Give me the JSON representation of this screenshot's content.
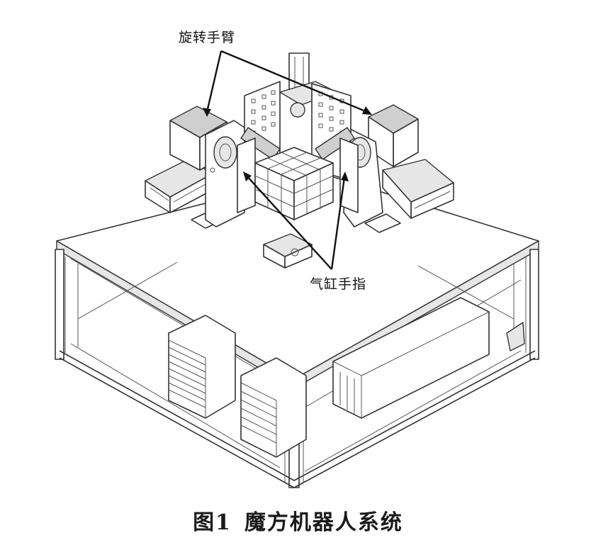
{
  "labels": {
    "rotating_arm": "旋转手臂",
    "cylinder_finger": "气缸手指"
  },
  "caption": {
    "number": "图1",
    "title": "魔方机器人系统"
  }
}
